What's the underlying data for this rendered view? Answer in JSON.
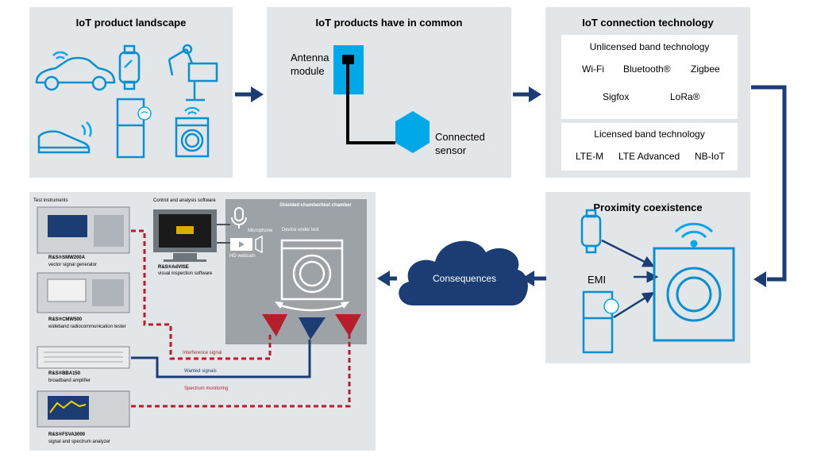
{
  "landscape": {
    "title": "IoT product landscape"
  },
  "common": {
    "title": "IoT products have in common",
    "antenna_label": "Antenna\nmodule",
    "sensor_label": "Connected\nsensor"
  },
  "connection": {
    "title": "IoT connection technology",
    "unlicensed_title": "Unlicensed band technology",
    "unlicensed_items": [
      "Wi-Fi",
      "Bluetooth®",
      "Zigbee",
      "Sigfox",
      "LoRa®"
    ],
    "licensed_title": "Licensed band technology",
    "licensed_items": [
      "LTE-M",
      "LTE Advanced",
      "NB-IoT"
    ]
  },
  "proximity": {
    "title": "Proximity coexistence",
    "emi_label": "EMI"
  },
  "cloud_label": "Consequences",
  "setup": {
    "test_instruments_label": "Test instruments",
    "software_label": "Control and analysis software",
    "chamber_label": "Shielded chamber/test chamber",
    "microphone_label": "Microphone",
    "webcam_label": "HD webcam",
    "dut_label": "Device under test",
    "advise_name": "R&S®AdVISE",
    "advise_desc": "visual inspection software",
    "instruments": [
      {
        "name": "R&S®SMW200A",
        "desc": "vector signal generator"
      },
      {
        "name": "R&S®CMW500",
        "desc": "wideband radiocommunication tester"
      },
      {
        "name": "R&S®BBA150",
        "desc": "broadband amplifier"
      },
      {
        "name": "R&S®FSVA3000",
        "desc": "signal and spectrum analyzer"
      }
    ],
    "interference_label": "Interference signal",
    "wanted_label": "Wanted signals",
    "spectrum_label": "Spectrum monitoring"
  },
  "colors": {
    "panel": "#e3e6e8",
    "arrow": "#1b3d73",
    "accent_cyan": "#00a8e8",
    "chamber": "#9da2a6",
    "signal_red": "#b41f2b",
    "signal_blue": "#1b3d73"
  }
}
